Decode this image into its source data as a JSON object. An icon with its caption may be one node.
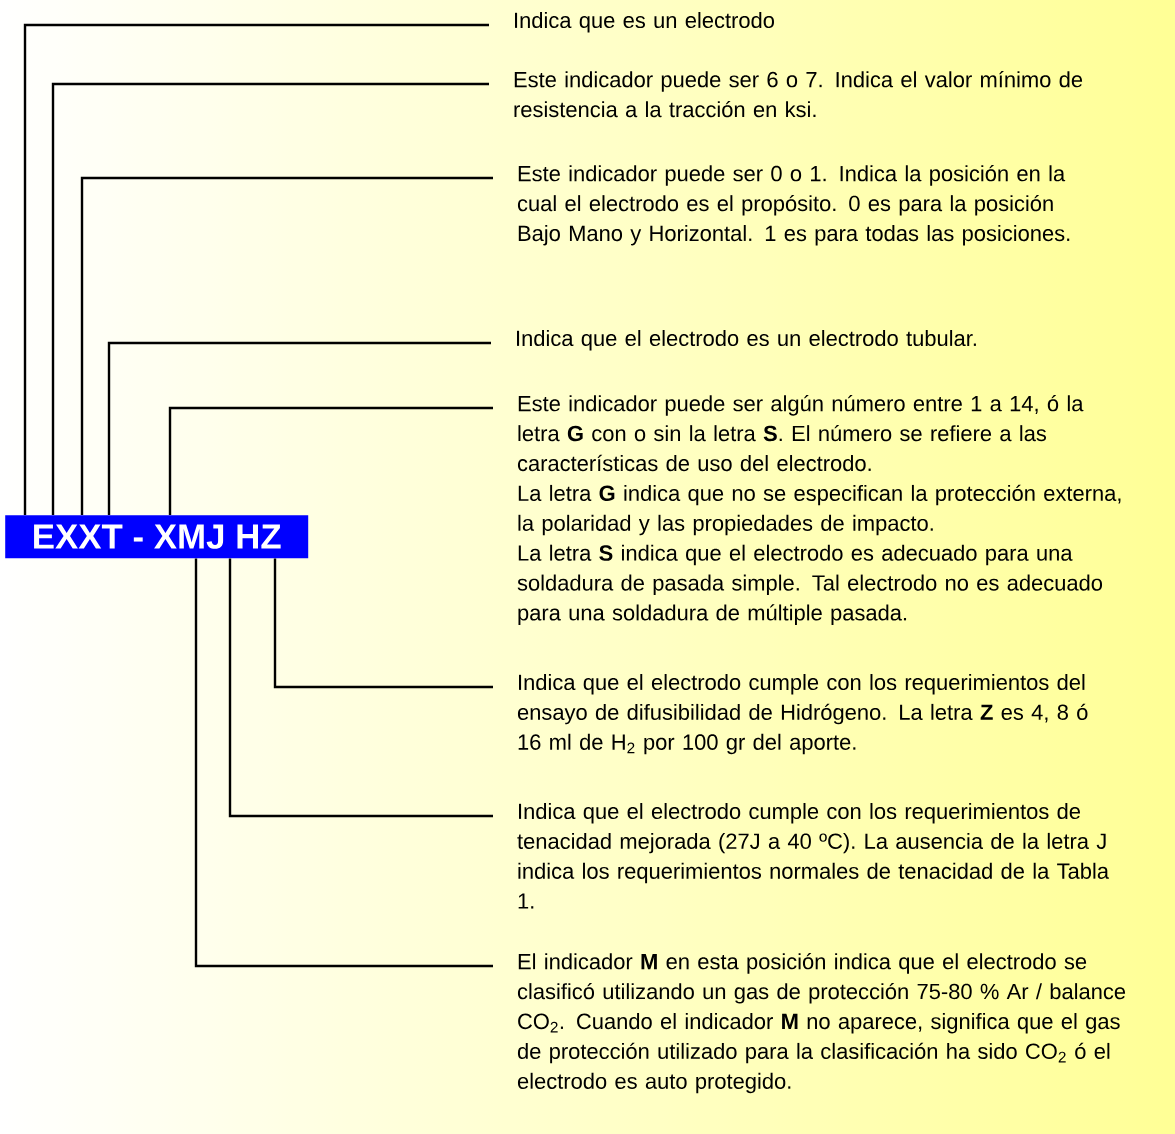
{
  "diagram": {
    "nodes": [
      {
        "text": [
          "EXXT - XMJ HZ"
        ]
      },
      {
        "text": [
          "Indica  que es un electrodo"
        ]
      },
      {
        "text": [
          "Este indicador puede ser 6 o 7. Indica el valor mínimo de resistencia a la tracción en ksi."
        ]
      },
      {
        "text": [
          "Este indicador puede ser 0 o 1. Indica la posición en la cual el electrodo es el propósito. 0 es para la posición Bajo Mano y Horizontal. 1 es para todas las posiciones."
        ]
      },
      {
        "text": [
          "Indica que el electrodo es un electrodo tubular."
        ]
      },
      {
        "text": [
          "Este indicador puede ser algún número entre 1 a 14, ó la letra **G** con o sin la letra **S**. El número se refiere a las características de uso del electrodo.",
          "La letra **G** indica que no se especifican la protección externa, la polaridad y las propiedades de impacto.",
          "La letra **S** indica que el electrodo es adecuado para una soldadura de pasada simple. Tal electrodo no es adecuado  para una soldadura de múltiple pasada."
        ]
      },
      {
        "text": [
          "Indica que el electrodo cumple con los requerimientos del ensayo de difusibilidad de Hidrógeno. La letra **Z** es 4, 8 ó 16 ml de H$_{2}$ por 100 gr del aporte."
        ]
      },
      {
        "text": [
          "Indica que el electrodo cumple con los requerimientos de tenacidad mejorada (27J a 40 ºC). La ausencia de la letra J indica los requerimientos normales de tenacidad de la Tabla 1."
        ]
      },
      {
        "text": [
          "El indicador **M** en esta posición indica que el electrodo se clasificó utilizando un gas de protección 75-80 % Ar / balance CO$_{2}$.  Cuando el indicador **M** no aparece, significa que el gas de protección utilizado para la clasificación ha sido CO$_{2}$ ó el electrodo es auto protegido."
        ]
      }
    ],
    "edges": [
      {
        "from": 0,
        "to": 1,
        "arrow": "none"
      },
      {
        "from": 0,
        "to": 2,
        "arrow": "none"
      },
      {
        "from": 0,
        "to": 3,
        "arrow": "none"
      },
      {
        "from": 0,
        "to": 4,
        "arrow": "none"
      },
      {
        "from": 0,
        "to": 5,
        "arrow": "none"
      },
      {
        "from": 0,
        "to": 6,
        "arrow": "none"
      },
      {
        "from": 0,
        "to": 7,
        "arrow": "none"
      },
      {
        "from": 0,
        "to": 8,
        "arrow": "none"
      }
    ]
  }
}
